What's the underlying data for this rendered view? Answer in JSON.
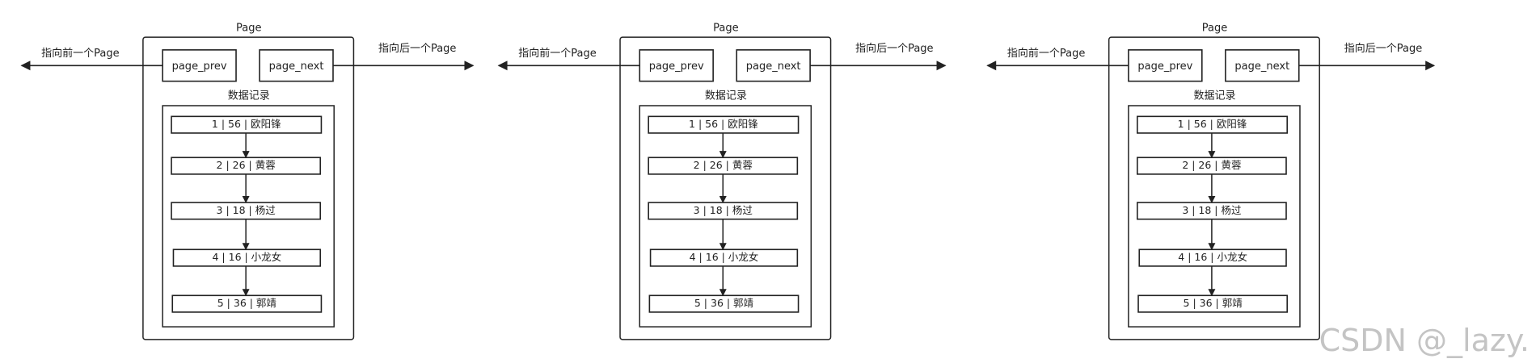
{
  "pages": [
    {
      "title": "Page",
      "prev_label": "page_prev",
      "next_label": "page_next",
      "prev_arrow_text": "指向前一个Page",
      "next_arrow_text": "指向后一个Page",
      "records_label": "数据记录",
      "records": [
        "1 | 56 | 欧阳锋",
        "2 | 26 | 黄蓉",
        "3 | 18 | 杨过",
        "4 | 16 | 小龙女",
        "5 | 36 | 郭靖"
      ]
    },
    {
      "title": "Page",
      "prev_label": "page_prev",
      "next_label": "page_next",
      "prev_arrow_text": "指向前一个Page",
      "next_arrow_text": "指向后一个Page",
      "records_label": "数据记录",
      "records": [
        "1 | 56 | 欧阳锋",
        "2 | 26 | 黄蓉",
        "3 | 18 | 杨过",
        "4 | 16 | 小龙女",
        "5 | 36 | 郭靖"
      ]
    },
    {
      "title": "Page",
      "prev_label": "page_prev",
      "next_label": "page_next",
      "prev_arrow_text": "指向前一个Page",
      "next_arrow_text": "指向后一个Page",
      "records_label": "数据记录",
      "records": [
        "1 | 56 | 欧阳锋",
        "2 | 26 | 黄蓉",
        "3 | 18 | 杨过",
        "4 | 16 | 小龙女",
        "5 | 36 | 郭靖"
      ]
    }
  ],
  "watermark": "CSDN @_lazy."
}
